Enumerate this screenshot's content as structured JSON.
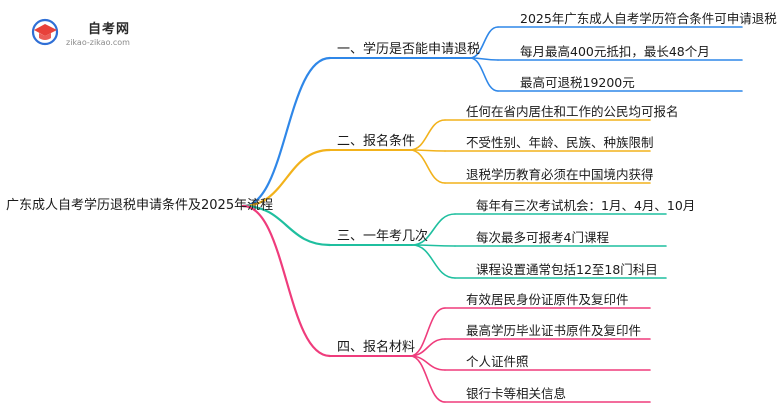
{
  "logo": {
    "title": "自考网",
    "url": "zikao-zikao.com",
    "colors": {
      "red": "#e8413a",
      "blue": "#2f6fd6"
    }
  },
  "mindmap": {
    "root": "广东成人自考学历退税申请条件及2025年流程",
    "branches": [
      {
        "label": "一、学历是否能申请退税",
        "color": "#2f87e8",
        "children": [
          "2025年广东成人自考学历符合条件可申请退税",
          "每月最高400元抵扣，最长48个月",
          "最高可退税19200元"
        ]
      },
      {
        "label": "二、报名条件",
        "color": "#f2b21b",
        "children": [
          "任何在省内居住和工作的公民均可报名",
          "不受性别、年龄、民族、种族限制",
          "退税学历教育必须在中国境内获得"
        ]
      },
      {
        "label": "三、一年考几次",
        "color": "#1fbf9f",
        "children": [
          "每年有三次考试机会：1月、4月、10月",
          "每次最多可报考4门课程",
          "课程设置通常包括12至18门科目"
        ]
      },
      {
        "label": "四、报名材料",
        "color": "#ef3c7c",
        "children": [
          "有效居民身份证原件及复印件",
          "最高学历毕业证书原件及复印件",
          "个人证件照",
          "银行卡等相关信息"
        ]
      }
    ]
  }
}
